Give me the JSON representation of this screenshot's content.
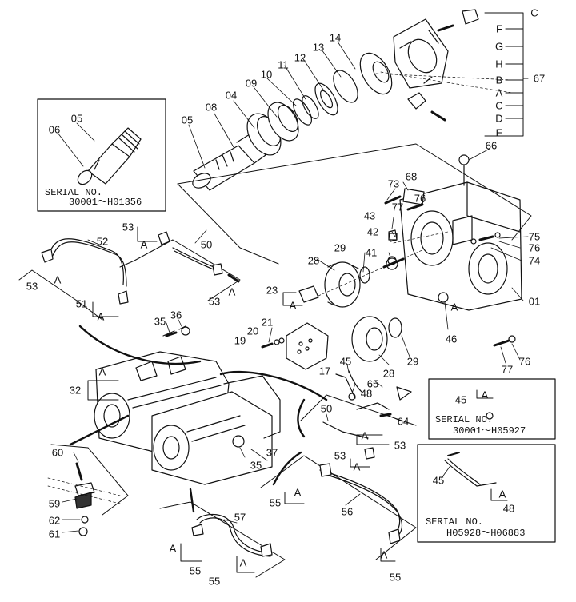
{
  "diagram": {
    "part_numbers": [
      "01",
      "05",
      "06",
      "08",
      "04",
      "09",
      "10",
      "11",
      "12",
      "13",
      "14",
      "17",
      "19",
      "20",
      "21",
      "23",
      "28",
      "29",
      "32",
      "35",
      "36",
      "37",
      "41",
      "42",
      "43",
      "45",
      "46",
      "48",
      "50",
      "51",
      "52",
      "53",
      "55",
      "56",
      "57",
      "59",
      "60",
      "61",
      "62",
      "64",
      "65",
      "66",
      "67",
      "68",
      "73",
      "74",
      "75",
      "76",
      "77"
    ],
    "letter_refs": [
      "A",
      "B",
      "C",
      "D",
      "E",
      "F",
      "G",
      "H"
    ],
    "serial_boxes": [
      {
        "label": "SERIAL NO.",
        "range": "30001～H01356"
      },
      {
        "label": "SERIAL NO.",
        "range": "30001～H05927"
      },
      {
        "label": "SERIAL NO.",
        "range": "H05928～H06883"
      }
    ]
  }
}
